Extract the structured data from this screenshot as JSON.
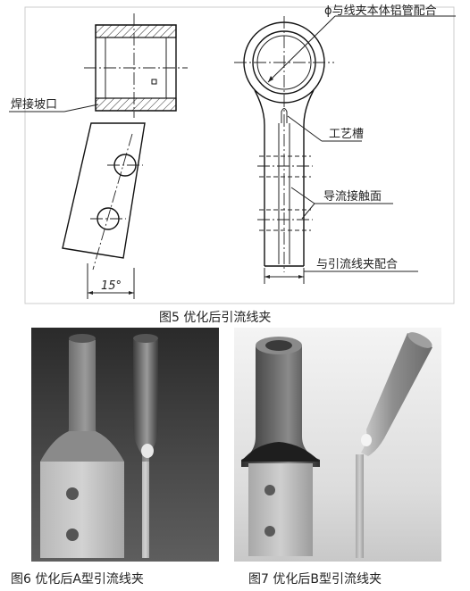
{
  "figure5": {
    "caption": "图5   优化后引流线夹",
    "labels": {
      "weld_bevel": "焊接坡口",
      "fit_tube": "ϕ与线夹本体铝管配合",
      "process_slot": "工艺槽",
      "contact_surface": "导流接触面",
      "fit_drainage": "与引流线夹配合",
      "angle": "15°"
    }
  },
  "figure6": {
    "caption": "图6  优化后A型引流线夹"
  },
  "figure7": {
    "caption": "图7  优化后B型引流线夹"
  }
}
